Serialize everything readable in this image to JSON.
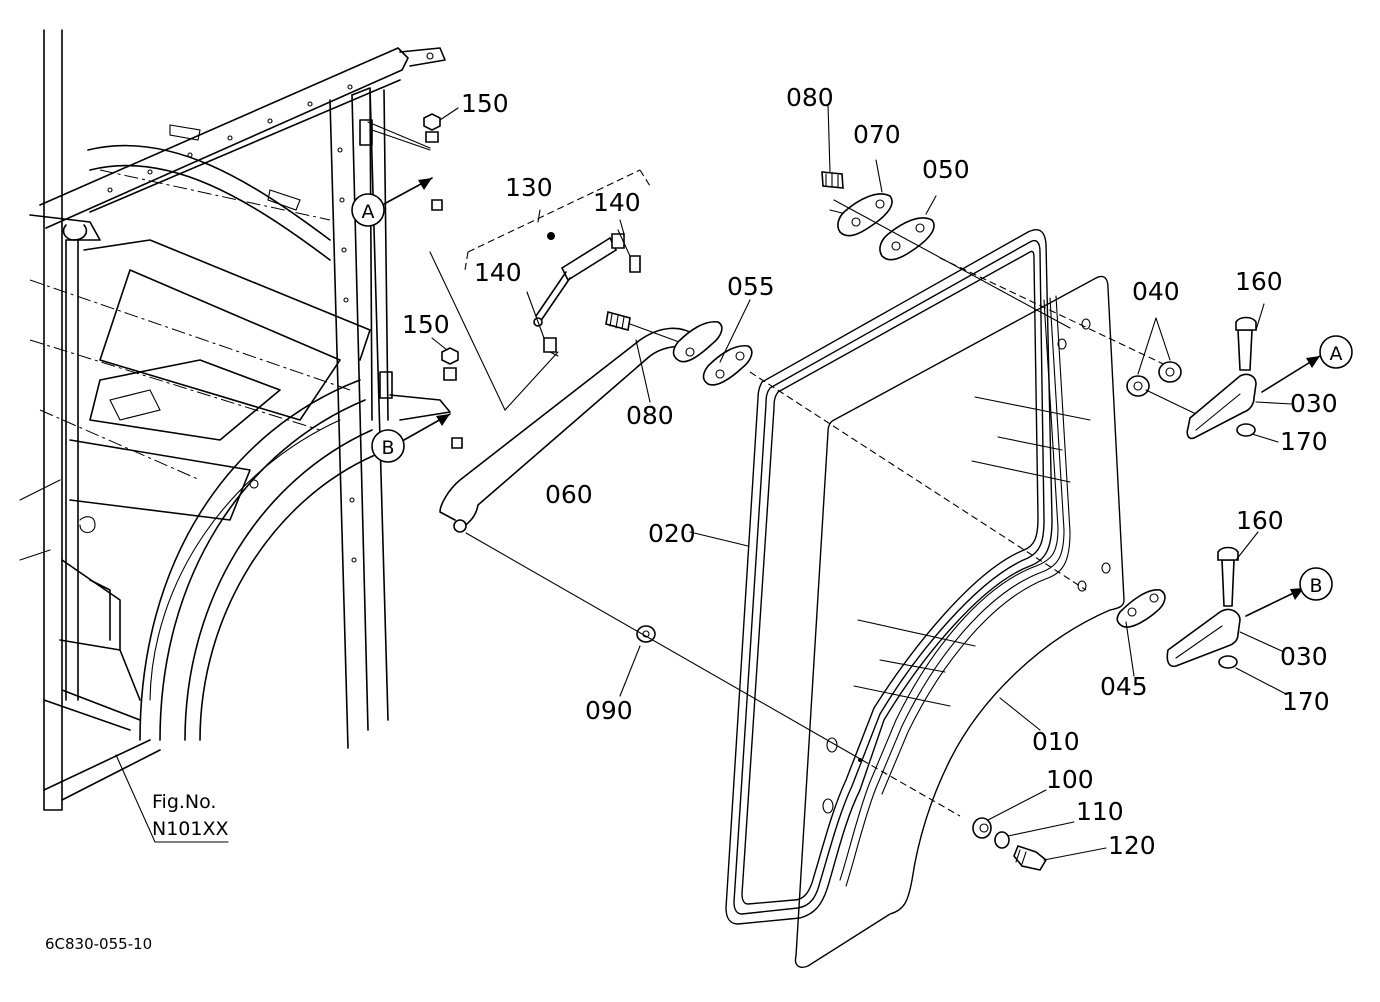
{
  "diagram": {
    "callouts": {
      "c010": "010",
      "c020": "020",
      "c030a": "030",
      "c030b": "030",
      "c040": "040",
      "c045": "045",
      "c050": "050",
      "c055": "055",
      "c060": "060",
      "c070": "070",
      "c080a": "080",
      "c080b": "080",
      "c090": "090",
      "c100": "100",
      "c110": "110",
      "c120": "120",
      "c130": "130",
      "c140a": "140",
      "c140b": "140",
      "c150a": "150",
      "c150b": "150",
      "c160a": "160",
      "c160b": "160",
      "c170a": "170",
      "c170b": "170"
    },
    "markers": {
      "a1": "A",
      "a2": "A",
      "b1": "B",
      "b2": "B"
    },
    "fig_label": "Fig.No.",
    "fig_number": "N101XX",
    "drawing_code": "6C830-055-10"
  }
}
